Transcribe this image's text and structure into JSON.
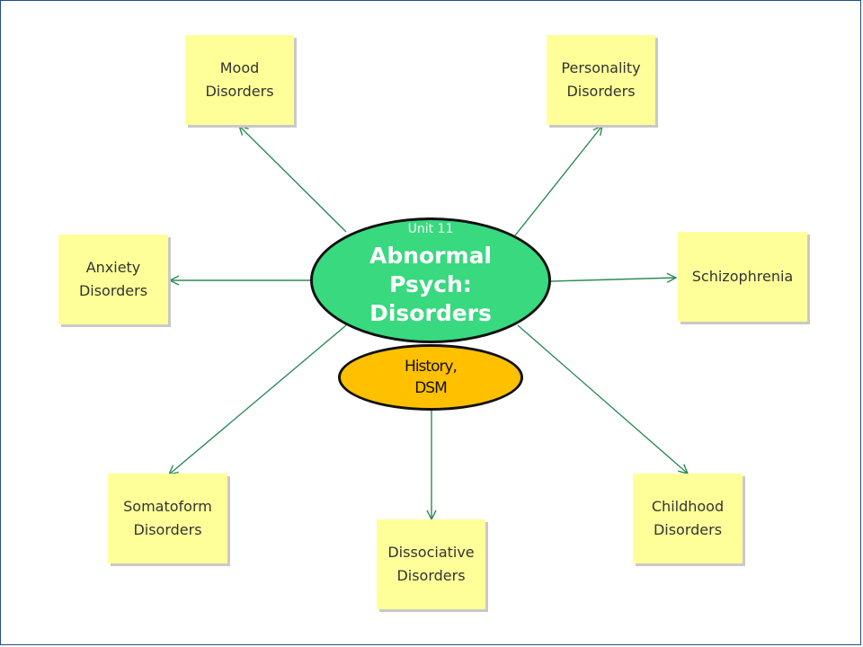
{
  "center": {
    "unit": "Unit 11",
    "title": "Abnormal\nPsych:\nDisorders"
  },
  "subtopic": {
    "label": "History,\nDSM"
  },
  "nodes": {
    "mood": "Mood\nDisorders",
    "personality": "Personality\nDisorders",
    "anxiety": "Anxiety\nDisorders",
    "schizophrenia": "Schizophrenia",
    "somatoform": "Somatoform\nDisorders",
    "dissociative": "Dissociative\nDisorders",
    "childhood": "Childhood\nDisorders"
  },
  "colors": {
    "note": "#ffff99",
    "center": "#38d97f",
    "subtopic": "#ffc000",
    "arrow": "#2e8b57",
    "frame": "#1f4e8c"
  }
}
